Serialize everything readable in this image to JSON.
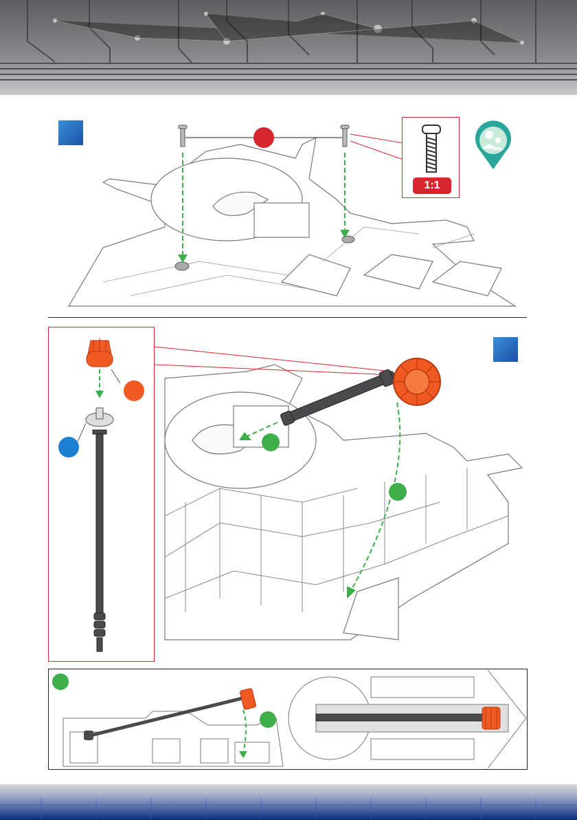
{
  "colors": {
    "accent_blue": "#1b4fa8",
    "marker_red": "#d8262e",
    "marker_orange": "#f05a22",
    "marker_green": "#3dae49",
    "marker_blue": "#1d7fd1",
    "arrow_green": "#3dae49",
    "part_gray": "#555555"
  },
  "header": {
    "style": "circuit-board-banner"
  },
  "step_a": {
    "scale_label": "1:1",
    "help_icon": "parent-assistance-icon"
  },
  "footer": {
    "style": "blue-grid-band"
  }
}
